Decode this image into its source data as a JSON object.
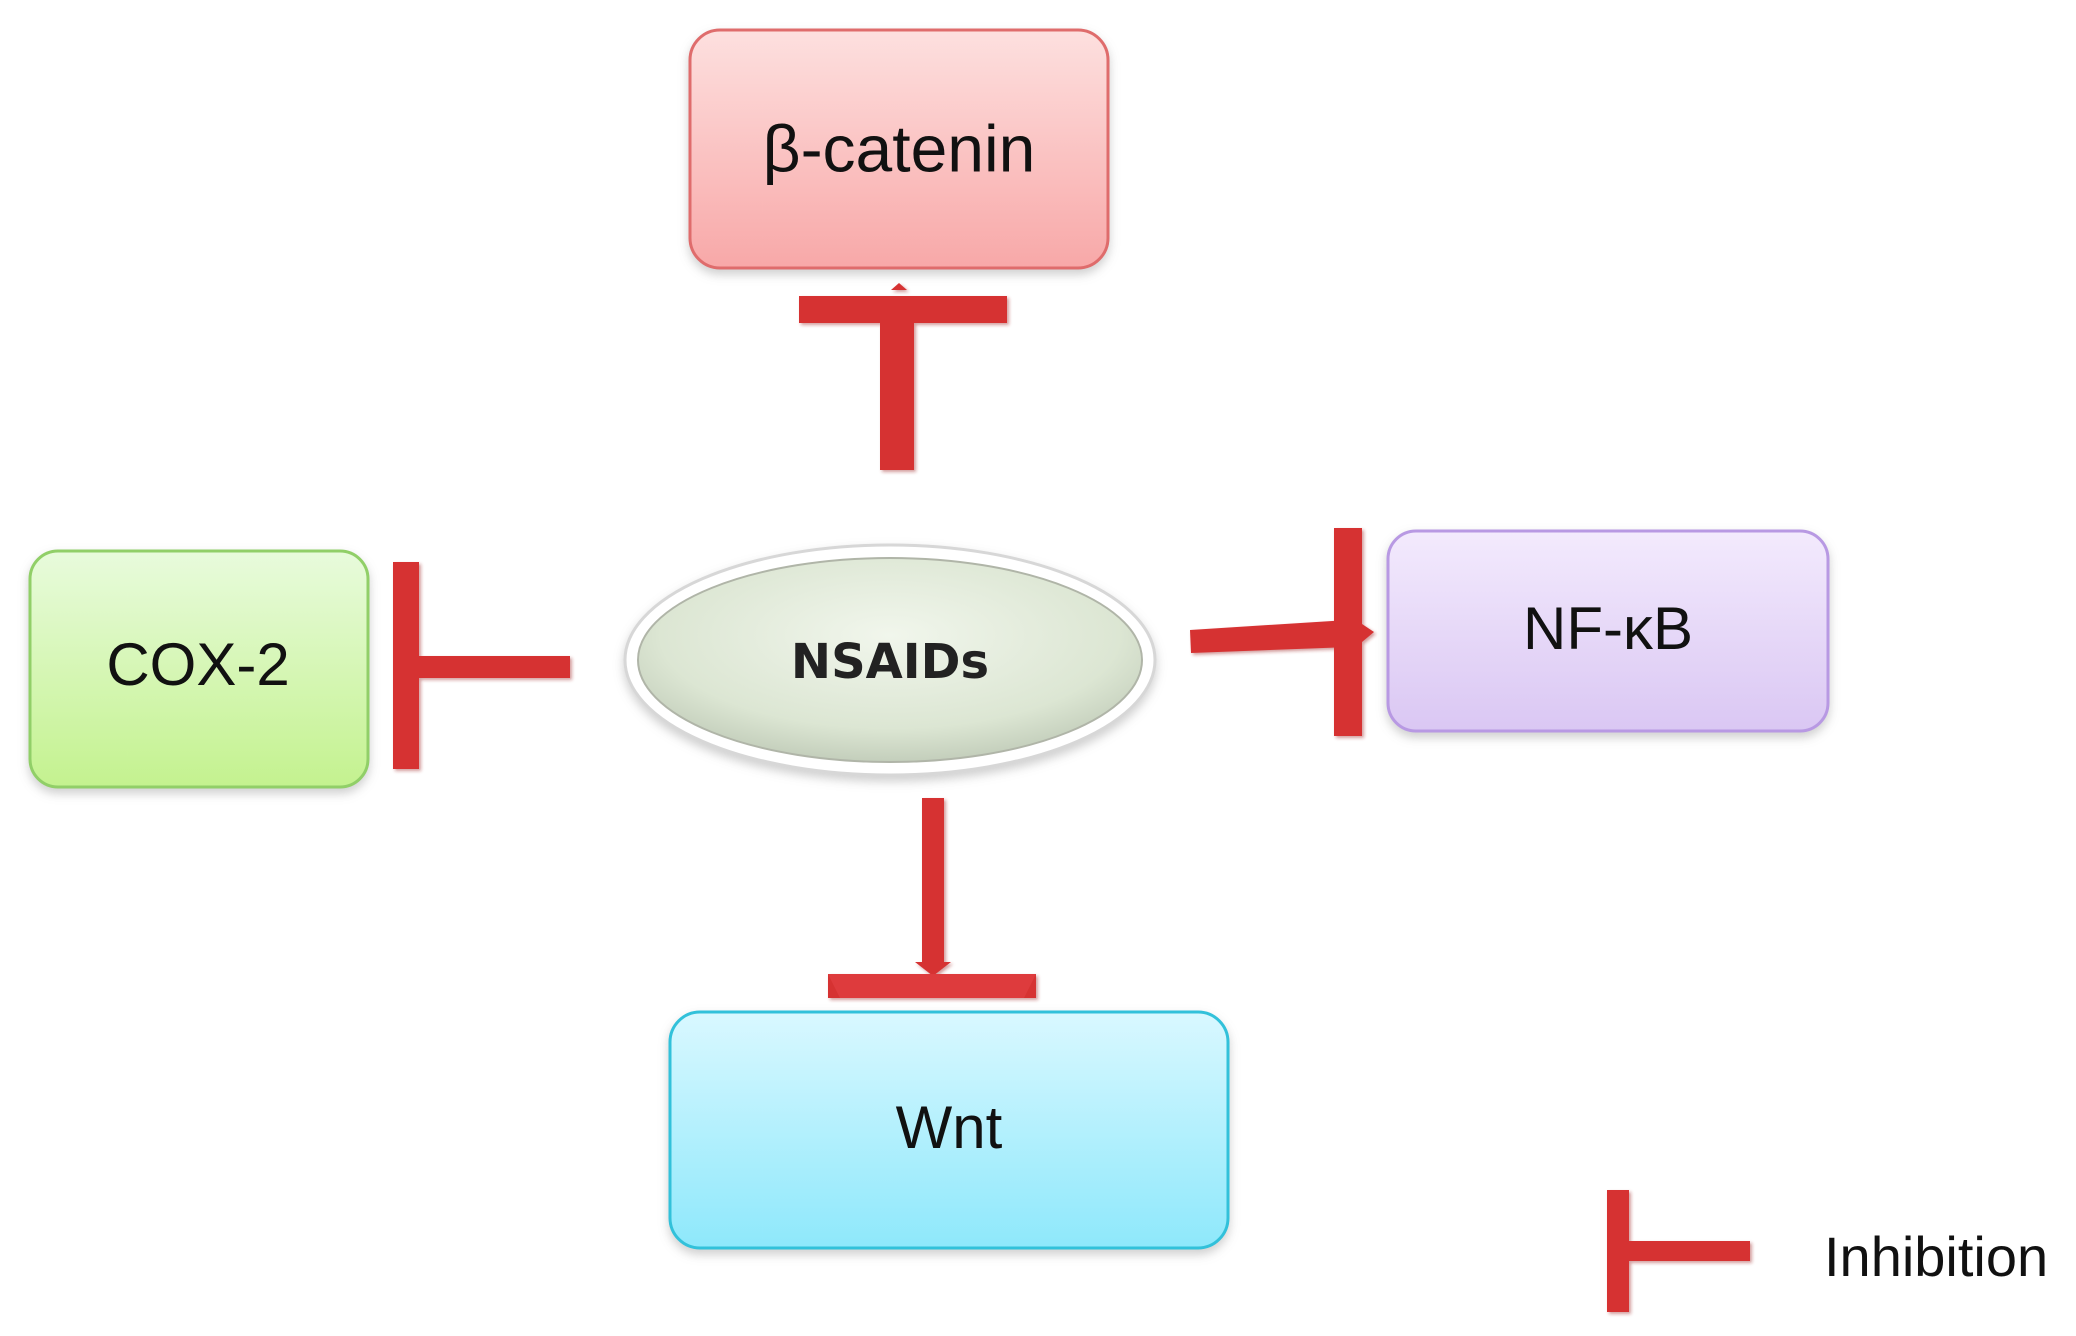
{
  "diagram": {
    "center": {
      "label": "NSAIDs"
    },
    "targets": [
      {
        "id": "beta-catenin",
        "label": "β-catenin",
        "relation": "Inhibition"
      },
      {
        "id": "cox-2",
        "label": "COX-2",
        "relation": "Inhibition"
      },
      {
        "id": "nf-kb",
        "label": "NF-κB",
        "relation": "Inhibition"
      },
      {
        "id": "wnt",
        "label": "Wnt",
        "relation": "Inhibition"
      }
    ],
    "legend": {
      "label": "Inhibition",
      "icon": "inhibition-icon"
    },
    "colors": {
      "inhibition": "#d63233",
      "beta_catenin_fill": "#f8b0b0",
      "cox2_fill": "#c8f4a1",
      "nfkb_fill": "#e4d4f8",
      "wnt_fill": "#a0e9fb",
      "nsaids_fill": "#dce6d3"
    }
  }
}
